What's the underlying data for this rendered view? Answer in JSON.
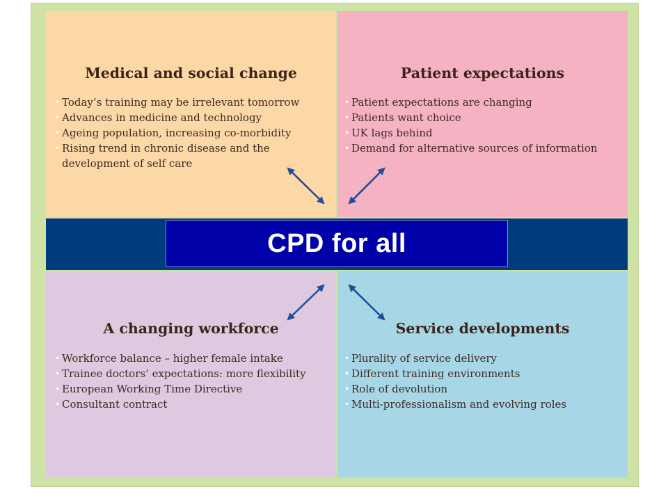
{
  "center": {
    "label": "CPD for all"
  },
  "panels": {
    "top_left": {
      "title": "Medical and social change",
      "items": [
        "Today’s training may be irrelevant tomorrow",
        "Advances in medicine and technology",
        "Ageing population, increasing co-morbidity",
        "Rising trend in chronic disease and the development of self care"
      ]
    },
    "top_right": {
      "title": "Patient expectations",
      "items": [
        "Patient expectations are changing",
        "Patients want choice",
        "UK lags behind",
        "Demand for alternative sources of information"
      ]
    },
    "bottom_left": {
      "title": "A changing workforce",
      "items": [
        "Workforce balance – higher female intake",
        "Trainee doctors’ expectations: more flexibility",
        "European Working Time Directive",
        "Consultant contract"
      ]
    },
    "bottom_right": {
      "title": "Service developments",
      "items": [
        "Plurality of service delivery",
        "Different training environments",
        "Role of devolution",
        "Multi-professionalism and evolving roles"
      ]
    }
  },
  "colors": {
    "frame": "#cfe2a6",
    "top_left": "#fdd8a7",
    "top_right": "#f4b2c3",
    "bottom_left": "#dfc9e1",
    "bottom_right": "#a7d7e6",
    "band": "#003b7d",
    "center_box": "#0000a8",
    "arrow": "#1f4f9a"
  }
}
